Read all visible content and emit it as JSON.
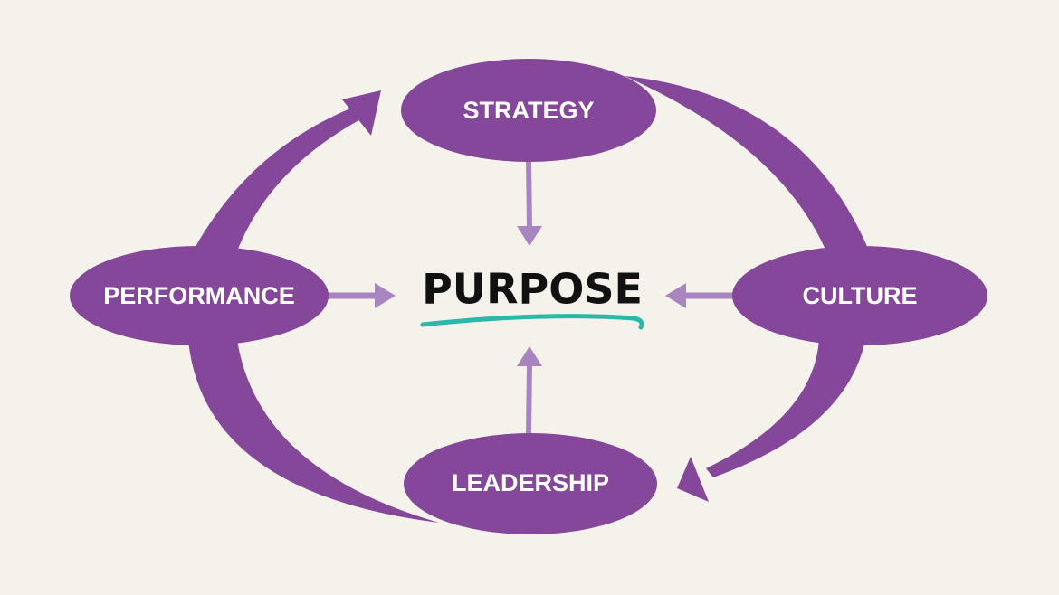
{
  "diagram": {
    "center": "PURPOSE",
    "nodes": {
      "strategy": "STRATEGY",
      "performance": "PERFORMANCE",
      "culture": "CULTURE",
      "leadership": "LEADERSHIP"
    },
    "colors": {
      "node": "#84479a",
      "inner_arrow": "#a884c0",
      "underline": "#2bb8a8",
      "background": "#f5f2ec",
      "text": "#111111"
    }
  }
}
